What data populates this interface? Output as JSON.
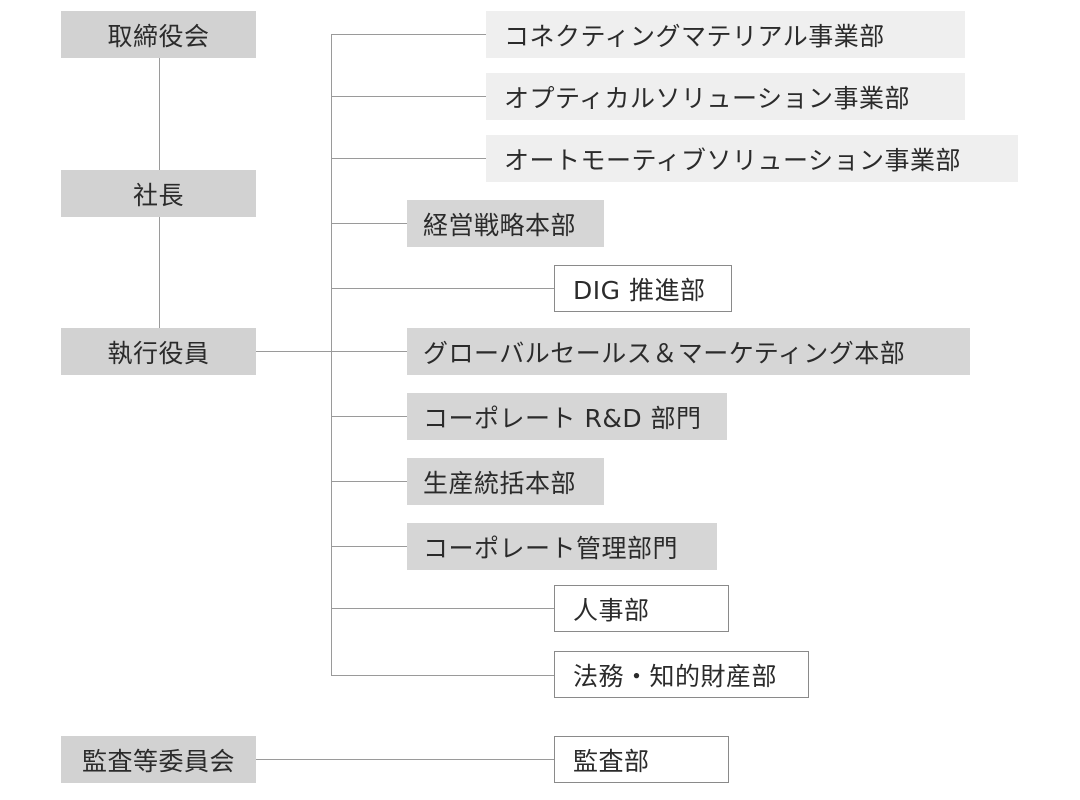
{
  "governance": {
    "board": "取締役会",
    "president": "社長",
    "executive_officers": "執行役員",
    "audit_committee": "監査等委員会"
  },
  "business_divisions": [
    "コネクティングマテリアル事業部",
    "オプティカルソリューション事業部",
    "オートモーティブソリューション事業部"
  ],
  "corporate_units": {
    "strategy_hq": "経営戦略本部",
    "dig": "DIG 推進部",
    "global_sales_hq": "グローバルセールス＆マーケティング本部",
    "rnd_division": "コーポレート R&D 部門",
    "production_hq": "生産統括本部",
    "admin_division": "コーポレート管理部門",
    "hr": "人事部",
    "legal_ip": "法務・知的財産部"
  },
  "audit": {
    "audit_dept": "監査部"
  }
}
